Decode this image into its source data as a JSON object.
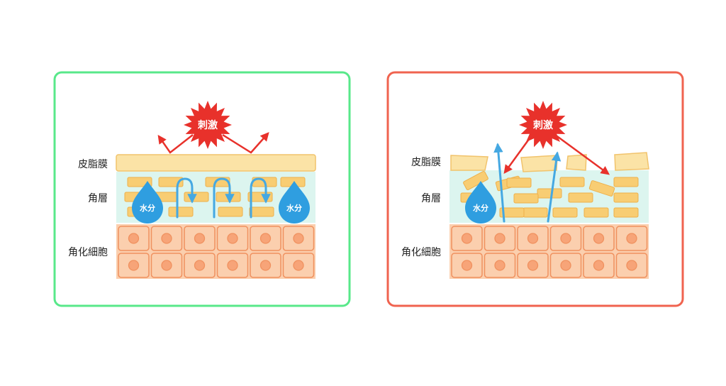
{
  "colors": {
    "healthy_frame": "#58e88a",
    "damaged_frame": "#f0634f",
    "sebum": "#fbe3a6",
    "sebum_stroke": "#f1c36c",
    "horny_bg": "#dcf5ef",
    "brick": "#f8cd73",
    "brick_stroke": "#eeb04a",
    "cell": "#fbcfae",
    "cell_stroke": "#f0915f",
    "nucleus": "#f7a478",
    "water": "#2f9ee0",
    "water_arrow": "#45a8e2",
    "stimulus_burst": "#e8312b",
    "stimulus_arrow": "#e8312b"
  },
  "panels": [
    {
      "state": "healthy",
      "stimulus_label": "刺激",
      "layer_labels": {
        "sebum": "皮脂膜",
        "horny": "角層",
        "keratinocyte": "角化細胞"
      },
      "water_labels": [
        "水分",
        "水分"
      ]
    },
    {
      "state": "damaged",
      "stimulus_label": "刺激",
      "layer_labels": {
        "sebum": "皮脂膜",
        "horny": "角層",
        "keratinocyte": "角化細胞"
      },
      "water_labels": [
        "水分"
      ]
    }
  ]
}
